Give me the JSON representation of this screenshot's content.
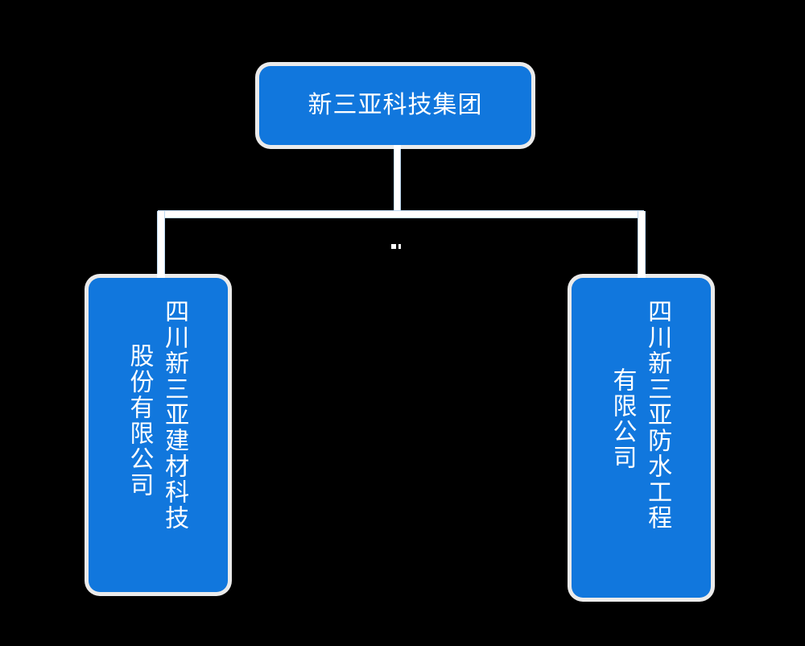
{
  "diagram": {
    "type": "org-chart",
    "background_color": "#000000",
    "node_color": "#1177dd",
    "node_text_color": "#ffffff",
    "connector_color": "#ffffff",
    "connector_edge_color": "#bcd9f2",
    "root": {
      "label": "新三亚科技集团",
      "orientation": "horizontal"
    },
    "children": [
      {
        "id": "left",
        "orientation": "vertical-rl",
        "columns": [
          "四川新三亚建材科技",
          "股份有限公司"
        ],
        "full_label": "四川新三亚建材科技股份有限公司"
      },
      {
        "id": "right",
        "orientation": "vertical-rl",
        "columns": [
          "四川新三亚防水工程",
          "有限公司"
        ],
        "full_label": "四川新三亚防水工程有限公司"
      }
    ]
  }
}
